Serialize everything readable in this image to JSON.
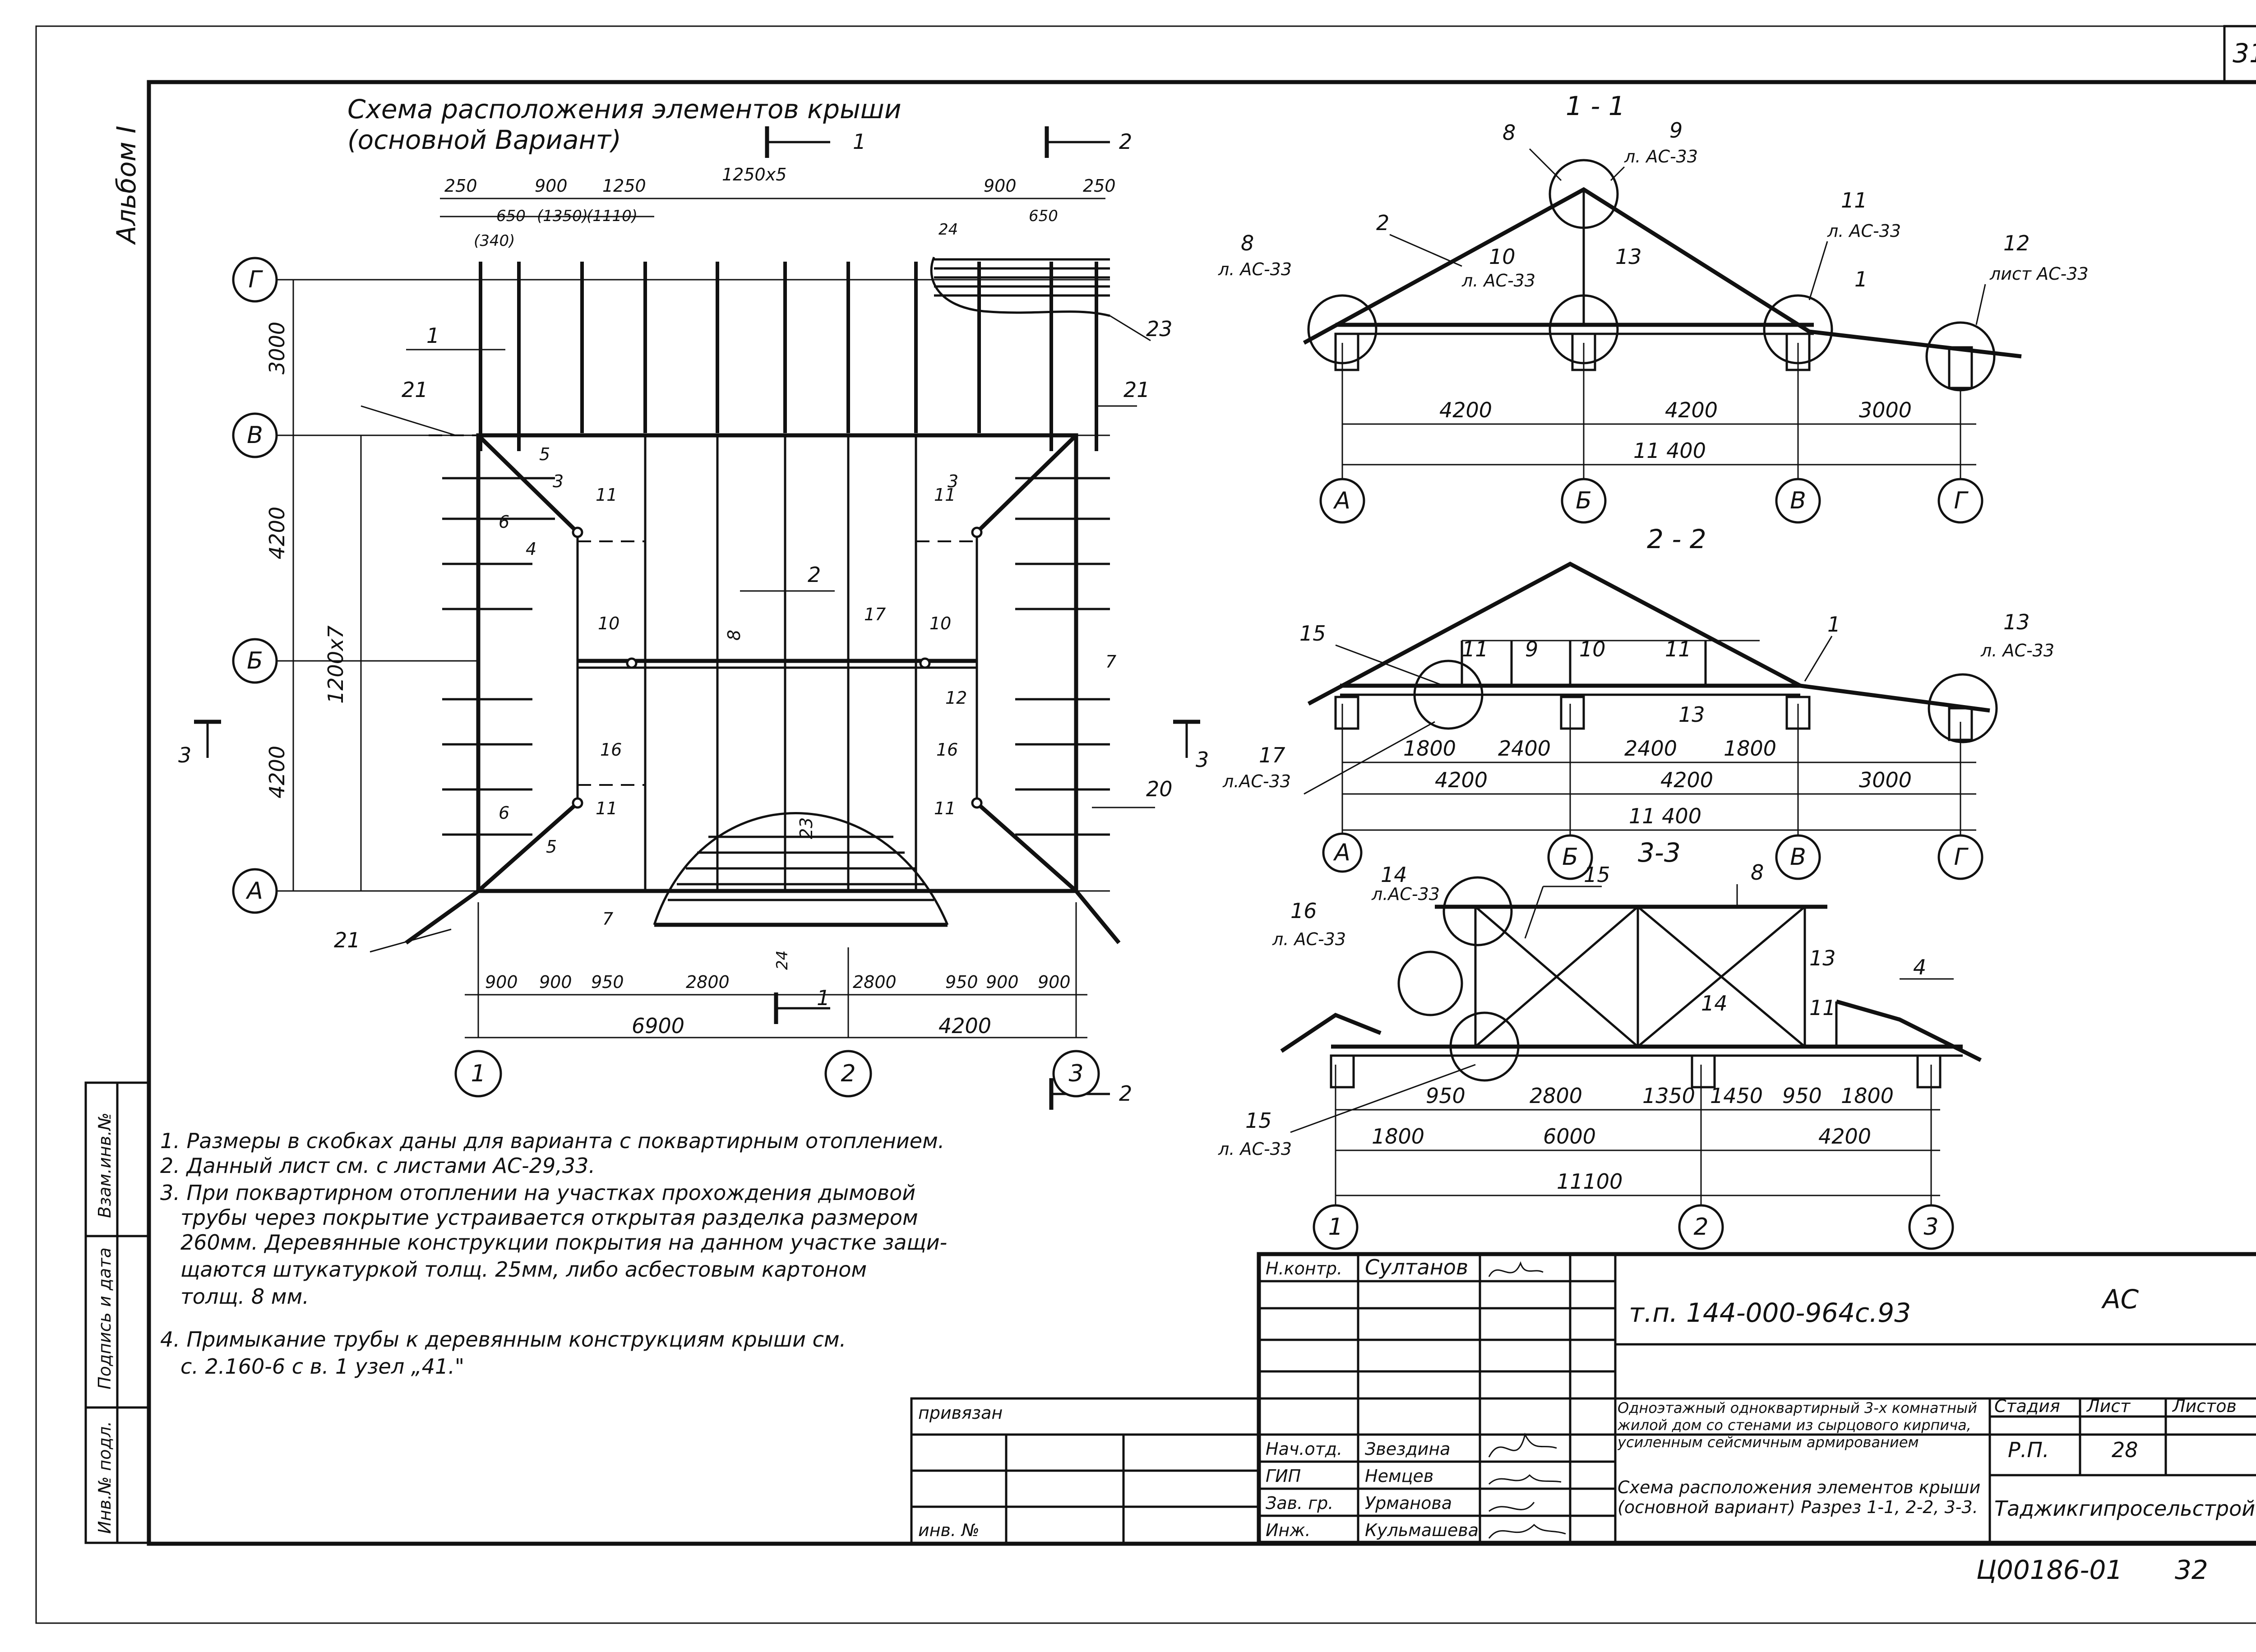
{
  "sheet": {
    "corner_number": "31",
    "album_label": "Альбом I",
    "bottom_code": "Ц00186-01",
    "bottom_page": "32"
  },
  "plan": {
    "title_line1": "Схема расположения элементов крыши",
    "title_line2": "(основной Вариант)",
    "cut_marks": [
      "1",
      "2",
      "1",
      "2",
      "3",
      "3"
    ],
    "axes_rows": [
      "Г",
      "В",
      "Б",
      "А"
    ],
    "axes_cols": [
      "1",
      "2",
      "3"
    ],
    "top_dims": [
      "250",
      "900",
      "1250",
      "1250х5",
      "900",
      "250",
      "650",
      "(1350)",
      "(1110)",
      "650",
      "(340)",
      "24"
    ],
    "bottom_dims": [
      "900",
      "900",
      "950",
      "2800",
      "2800",
      "950",
      "900",
      "900",
      "6900",
      "4200",
      "24"
    ],
    "left_dims": [
      "3000",
      "4200",
      "4200",
      "1200х7"
    ],
    "callouts": [
      "1",
      "2",
      "3",
      "3",
      "4",
      "5",
      "5",
      "6",
      "6",
      "7",
      "7",
      "8",
      "10",
      "10",
      "11",
      "11",
      "11",
      "11",
      "12",
      "16",
      "16",
      "17",
      "20",
      "21",
      "21",
      "21",
      "23",
      "23"
    ]
  },
  "section_1_1": {
    "title": "1 - 1",
    "callouts": [
      "8",
      "9",
      "2",
      "8",
      "10",
      "13",
      "11",
      "1",
      "12"
    ],
    "sheet_refs": [
      "л. АС-33",
      "л. АС-33",
      "л. АС-33",
      "л. АС-33",
      "лист АС-33"
    ],
    "dims": [
      "4200",
      "4200",
      "3000",
      "11 400"
    ],
    "axes": [
      "А",
      "Б",
      "В",
      "Г"
    ]
  },
  "section_2_2": {
    "title": "2 - 2",
    "callouts": [
      "15",
      "11",
      "9",
      "10",
      "11",
      "1",
      "13",
      "13",
      "17"
    ],
    "sheet_refs": [
      "л. АС-33",
      "л.АС-33"
    ],
    "dims": [
      "1800",
      "2400",
      "2400",
      "1800",
      "4200",
      "4200",
      "3000",
      "11 400"
    ],
    "axes": [
      "А",
      "Б",
      "В",
      "Г"
    ]
  },
  "section_3_3": {
    "title": "3-3",
    "callouts": [
      "14",
      "15",
      "8",
      "16",
      "13",
      "4",
      "14",
      "11",
      "15"
    ],
    "sheet_refs": [
      "л.АС-33",
      "л. АС-33",
      "л. АС-33"
    ],
    "dims": [
      "950",
      "2800",
      "1350",
      "1450",
      "950",
      "1800",
      "1800",
      "6000",
      "4200",
      "11100"
    ],
    "axes": [
      "1",
      "2",
      "3"
    ]
  },
  "notes": [
    "1. Размеры в скобках даны для варианта с поквартирным отоплением.",
    "2. Данный лист см. с листами АС-29,33.",
    "3. При поквартирном отоплении на участках прохождения дымовой",
    "трубы через покрытие устраивается открытая разделка размером",
    "260мм. Деревянные конструкции покрытия на данном участке защи-",
    "щаются штукатуркой толщ. 25мм, либо асбестовым картоном",
    "толщ. 8 мм.",
    "4. Примыкание трубы к деревянным конструкциям крыши см.",
    "с. 2.160-6 с в. 1 узел „41.\""
  ],
  "side_stamp": [
    "Взам.инв.№",
    "Подпись и дата",
    "Инв.№ подл."
  ],
  "title_block": {
    "privyazan": "привязан",
    "inv_no": "инв. №",
    "n_kontr_role": "Н.контр.",
    "n_kontr_name": "Султанов",
    "project_code": "т.п. 144-000-964с.93",
    "section_code": "АС",
    "project_desc": "Одноэтажный одноквартирный 3-х комнатный жилой дом со стенами из сырцового кирпича, усиленным сейсмичным армированием",
    "stage_label": "Стадия",
    "sheet_label": "Лист",
    "sheets_label": "Листов",
    "stage_value": "Р.П.",
    "sheet_value": "28",
    "drawing_title": "Схема расположения элементов крыши (основной вариант) Разрез 1-1, 2-2, 3-3.",
    "organization": "Таджикгипросельстрой",
    "staff": [
      {
        "role": "Нач.отд.",
        "name": "Звездина"
      },
      {
        "role": "ГИП",
        "name": "Немцев"
      },
      {
        "role": "Зав. гр.",
        "name": "Урманова"
      },
      {
        "role": "Инж.",
        "name": "Кульмашева"
      }
    ]
  }
}
